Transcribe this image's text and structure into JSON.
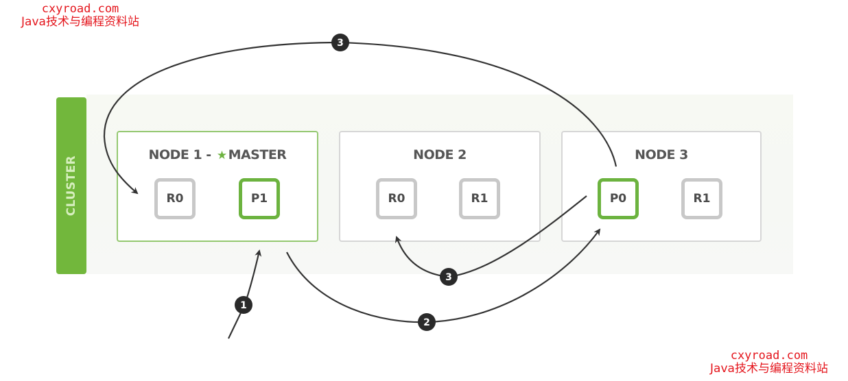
{
  "watermarks": [
    {
      "url": "cxyroad.com",
      "label": "Java技术与编程资料站",
      "position": "top-left"
    },
    {
      "url": "cxyroad.com",
      "label": "Java技术与编程资料站",
      "position": "bottom-right"
    }
  ],
  "cluster": {
    "label": "CLUSTER",
    "color": "#72b73c"
  },
  "nodes": [
    {
      "title": "NODE 1 -",
      "master_icon": "star-icon",
      "master_label": "MASTER",
      "is_master": true,
      "shards": [
        {
          "label": "R0",
          "type": "replica"
        },
        {
          "label": "P1",
          "type": "primary"
        }
      ]
    },
    {
      "title": "NODE 2",
      "is_master": false,
      "shards": [
        {
          "label": "R0",
          "type": "replica"
        },
        {
          "label": "R1",
          "type": "replica"
        }
      ]
    },
    {
      "title": "NODE 3",
      "is_master": false,
      "shards": [
        {
          "label": "P0",
          "type": "primary"
        },
        {
          "label": "R1",
          "type": "replica"
        }
      ]
    }
  ],
  "steps": [
    {
      "number": "1",
      "description": "request into Node 1"
    },
    {
      "number": "2",
      "description": "Node 1 forwards to Node 3 P0"
    },
    {
      "number": "3",
      "description": "P0 replicates to Node 2 R0"
    },
    {
      "number": "3",
      "description": "P0 replicates to Node 1 R0"
    }
  ],
  "colors": {
    "primary_shard": "#6cb33f",
    "replica_shard": "#c8c8c8",
    "master_border": "#94c870",
    "arrow": "#333333",
    "watermark": "#e4151c"
  }
}
